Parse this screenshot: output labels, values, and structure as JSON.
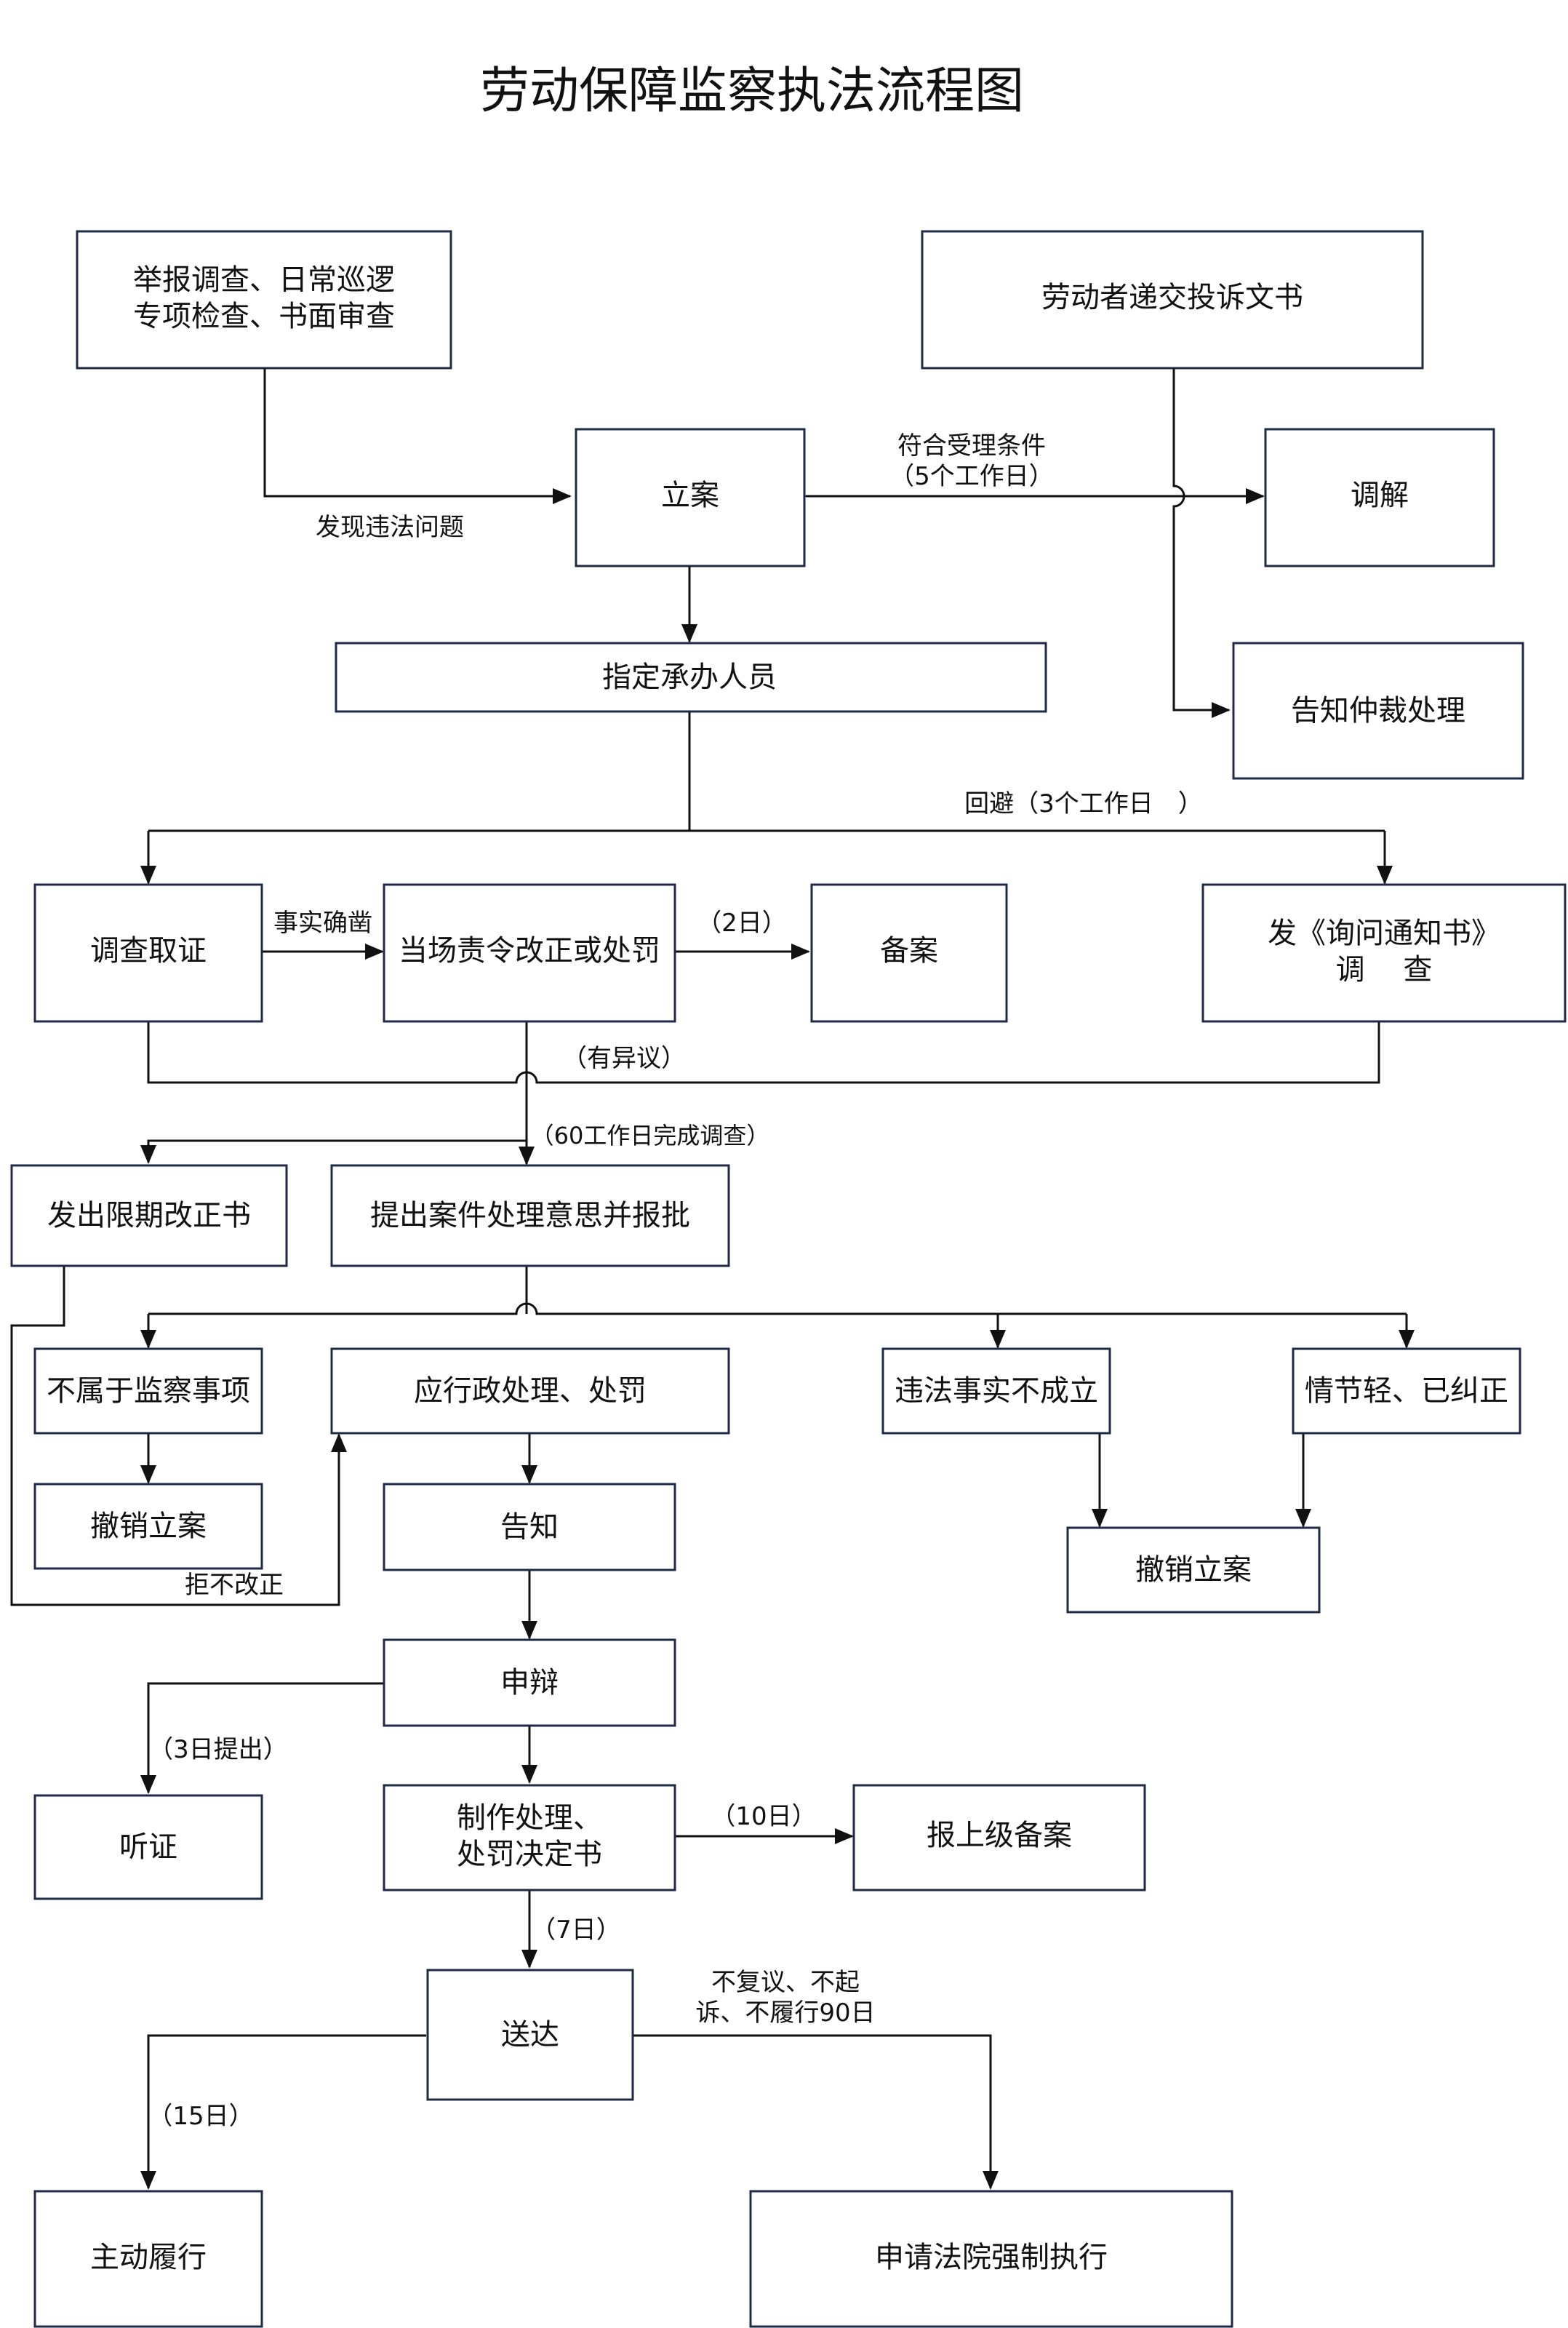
{
  "title": "劳动保障监察执法流程图",
  "nodes": {
    "report": [
      "举报调查、日常巡逻",
      "专项检查、书面审查"
    ],
    "complaint": "劳动者递交投诉文书",
    "file_case": "立案",
    "mediation": "调解",
    "assign": "指定承办人员",
    "arbitration": "告知仲裁处理",
    "investigate": "调查取证",
    "onsite": "当场责令改正或处罚",
    "record": "备案",
    "inquiry": [
      "发《询问通知书》",
      "调　 查"
    ],
    "order": "发出限期改正书",
    "propose": "提出案件处理意思并报批",
    "not_scope": "不属于监察事项",
    "admin": "应行政处理、处罚",
    "not_established": "违法事实不成立",
    "minor": "情节轻、已纠正",
    "revoke1": "撤销立案",
    "notify": "告知",
    "revoke2": "撤销立案",
    "defense": "申辩",
    "hearing": "听证",
    "decision": [
      "制作处理、",
      "处罚决定书"
    ],
    "report_superior": "报上级备案",
    "deliver": "送达",
    "comply": "主动履行",
    "court": "申请法院强制执行"
  },
  "labels": {
    "found_violation": "发现违法问题",
    "accept": [
      "符合受理条件",
      "（5个工作日）"
    ],
    "recuse": "回避（3个工作日　）",
    "facts_clear": "事实确凿",
    "two_days": "（2日）",
    "objection": "（有异议）",
    "sixty_days": "（60工作日完成调查）",
    "refuse": "拒不改正",
    "three_days": "（3日提出）",
    "ten_days": "（10日）",
    "seven_days": "（7日）",
    "no_review": [
      "不复议、不起",
      "诉、不履行90日"
    ],
    "fifteen_days": "（15日）"
  },
  "colors": {
    "box_border": "#1f2a44",
    "line": "#111111",
    "text": "#111111"
  },
  "icons": {
    "arrowhead": "triangle-arrow-icon"
  }
}
